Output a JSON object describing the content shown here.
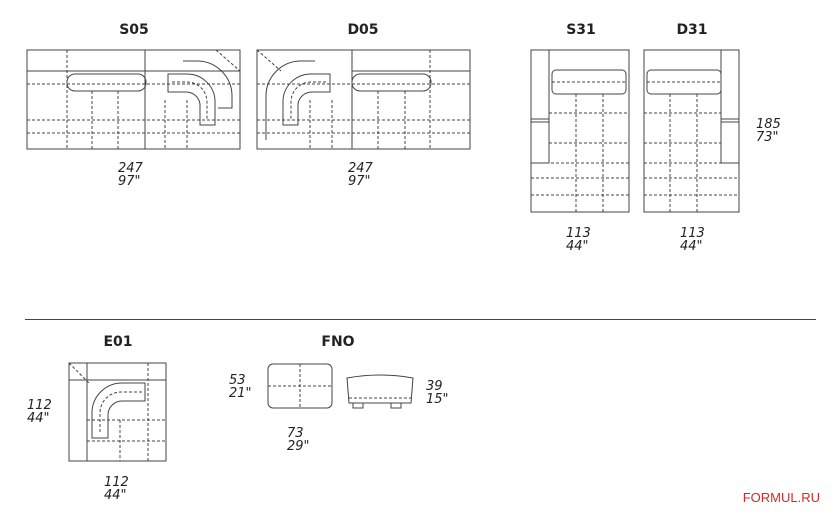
{
  "models": {
    "s05": {
      "code": "S05",
      "width_cm": "247",
      "width_in": "97\""
    },
    "d05": {
      "code": "D05",
      "width_cm": "247",
      "width_in": "97\""
    },
    "s31": {
      "code": "S31",
      "width_cm": "113",
      "width_in": "44\"",
      "depth_cm": "185",
      "depth_in": "73\""
    },
    "d31": {
      "code": "D31",
      "width_cm": "113",
      "width_in": "44\""
    },
    "e01": {
      "code": "E01",
      "width_cm": "112",
      "width_in": "44\"",
      "depth_cm": "112",
      "depth_in": "44\""
    },
    "fno": {
      "code": "FNO",
      "width_cm": "73",
      "width_in": "29\"",
      "depth_cm": "53",
      "depth_in": "21\"",
      "height_cm": "39",
      "height_in": "15\""
    }
  },
  "watermark": "FORMUL.RU",
  "colors": {
    "line": "#444444",
    "watermark": "#d62828"
  }
}
